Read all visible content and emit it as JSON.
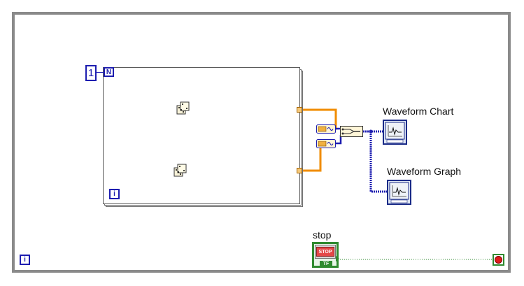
{
  "for_loop": {
    "count_value": "1",
    "count_terminal": "N",
    "iteration_terminal": "i"
  },
  "while_loop": {
    "iteration_terminal": "i"
  },
  "indicators": {
    "chart_label": "Waveform Chart",
    "graph_label": "Waveform Graph"
  },
  "stop_control": {
    "label": "stop",
    "button_text": "STOP",
    "type_label": "TF"
  },
  "colors": {
    "orange_wire": "#f08c00",
    "blue_wire": "#1d1db0",
    "loop_border": "#8a8a8a",
    "bool_wire": "#2f8a2f"
  }
}
